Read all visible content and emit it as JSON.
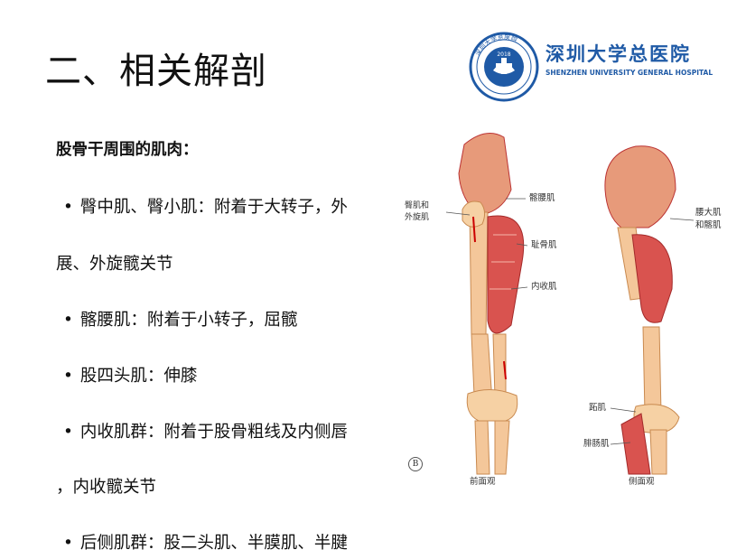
{
  "slide": {
    "title": "二、相关解剖"
  },
  "logo": {
    "name_cn": "深圳大学总医院",
    "name_en": "SHENZHEN UNIVERSITY GENERAL HOSPITAL",
    "emblem_year": "2018",
    "emblem_text": "深圳大学总医院"
  },
  "content": {
    "heading": "股骨干周围的肌肉：",
    "lines": [
      {
        "bullet": true,
        "text": "臀中肌、臀小肌：附着于大转子，外"
      },
      {
        "bullet": false,
        "text": "展、外旋髋关节"
      },
      {
        "bullet": true,
        "text": "髂腰肌：附着于小转子，屈髋"
      },
      {
        "bullet": true,
        "text": "股四头肌：伸膝"
      },
      {
        "bullet": true,
        "text": "内收肌群：附着于股骨粗线及内侧唇"
      },
      {
        "bullet": false,
        "text": "，内收髋关节"
      },
      {
        "bullet": true,
        "text": "后侧肌群：股二头肌、半膜肌、半腱"
      }
    ]
  },
  "figure": {
    "labels": {
      "gluteal_external": "臀肌和外旋肌",
      "gluteal_l1": "臀肌和",
      "gluteal_l2": "外旋肌",
      "iliopsoas": "髂腰肌",
      "pectineus": "耻骨肌",
      "adductor": "内收肌",
      "psoas_iliacus_l1": "腰大肌",
      "psoas_iliacus_l2": "和髂肌",
      "plantaris": "跖肌",
      "gastrocnemius": "腓肠肌",
      "front_view": "前面观",
      "side_view": "侧面观",
      "panel_marker": "B"
    }
  }
}
